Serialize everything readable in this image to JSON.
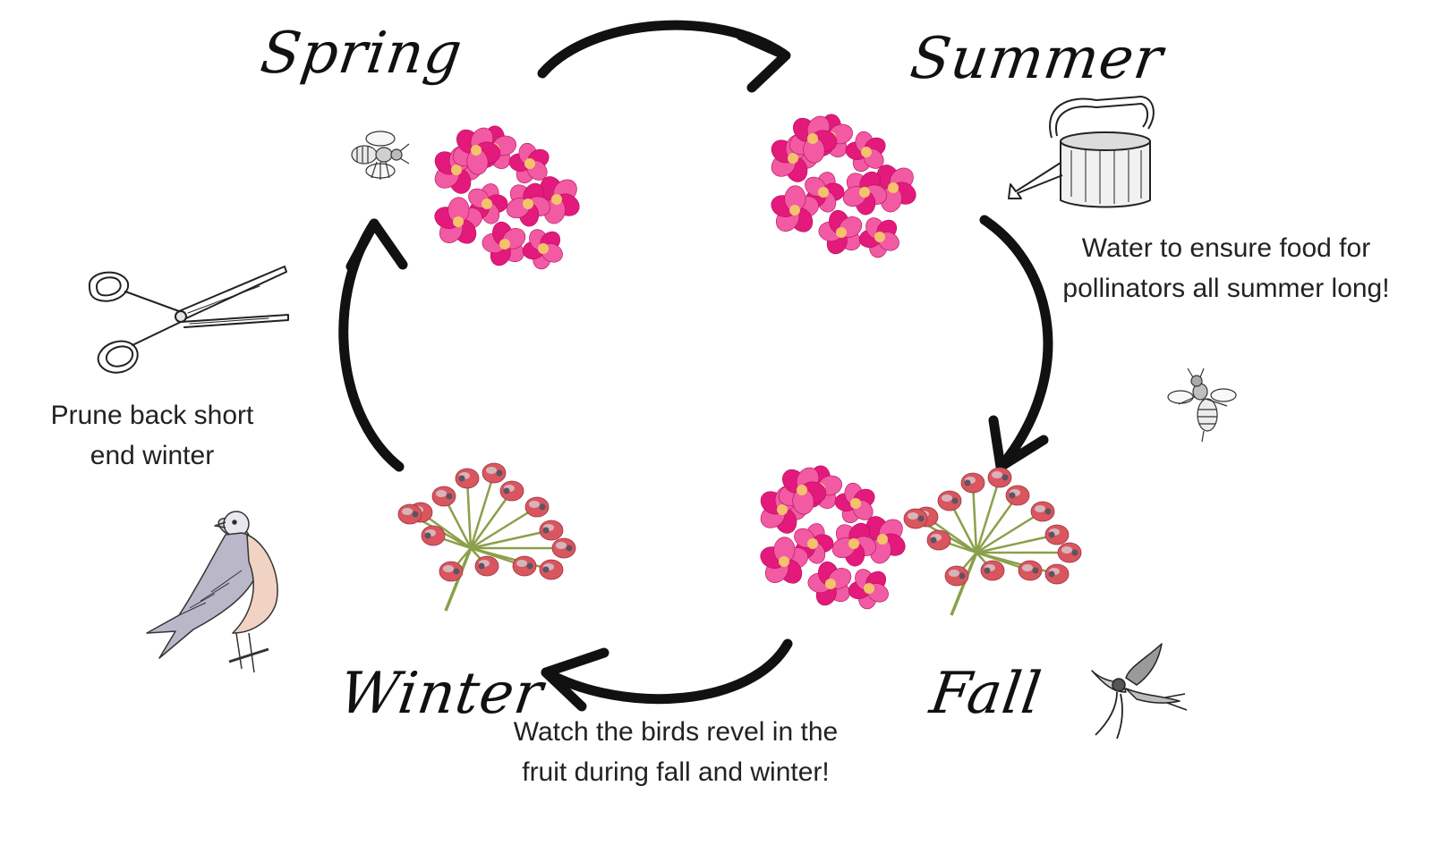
{
  "seasons": {
    "spring": "Spring",
    "summer": "Summer",
    "fall": "Fall",
    "winter": "Winter"
  },
  "notes": {
    "summer": [
      "Water to ensure food for",
      "pollinators all summer long!"
    ],
    "spring": [
      "Prune back short",
      "end winter"
    ],
    "winter": [
      "Watch the birds revel in the",
      "fruit during fall and winter!"
    ]
  },
  "icons": {
    "bee": "bee-icon",
    "watering_can": "watering-can-icon",
    "scissors": "scissors-icon",
    "bird": "bird-icon",
    "swallow": "swallow-icon",
    "flower_cluster": "rose-cluster-icon",
    "berry_cluster": "rosehip-cluster-icon",
    "arrow": "cycle-arrow-icon"
  },
  "colors": {
    "flower": "#e4197c",
    "flower_light": "#f25aa3",
    "flower_center": "#f3c36b",
    "berry": "#d9565f",
    "berry_frost": "#d9dbe3",
    "stem": "#8aa04a",
    "ink": "#111111"
  }
}
